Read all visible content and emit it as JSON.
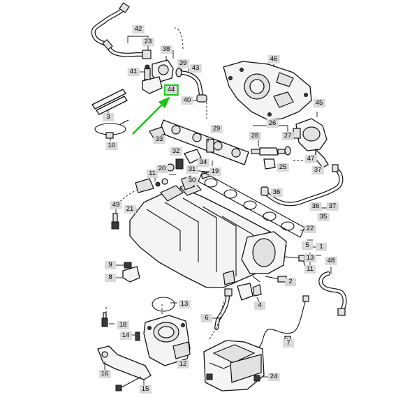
{
  "labels": {
    "l42": "42",
    "l23": "23",
    "l38": "38",
    "l41": "41",
    "l39": "39",
    "l43": "43",
    "l44": "44",
    "l40": "40",
    "l46": "46",
    "l3": "3",
    "l10": "10",
    "l45": "45",
    "l29": "29",
    "l26": "26",
    "l28": "28",
    "l27": "27",
    "l33": "33",
    "l32": "32",
    "l34": "34",
    "l25": "25",
    "l47": "47",
    "l20": "20",
    "l31": "31",
    "l19": "19",
    "l37a": "37",
    "l11": "11",
    "l30": "30",
    "l36a": "36",
    "l35": "35",
    "l36b": "36",
    "l37b": "37",
    "l49": "49",
    "l21": "21",
    "l22": "22",
    "l5": "5",
    "l1": "1",
    "l9": "9",
    "l8": "8",
    "l13": "13",
    "l2": "2",
    "l48": "48",
    "l11b": "11",
    "l4": "4",
    "l6": "6",
    "l13b": "13",
    "l18": "18",
    "l7": "7",
    "l14": "14",
    "l12": "12",
    "l24": "24",
    "l16": "16",
    "l15": "15"
  },
  "highlight": {
    "color": "#17c417",
    "callout": "44"
  }
}
